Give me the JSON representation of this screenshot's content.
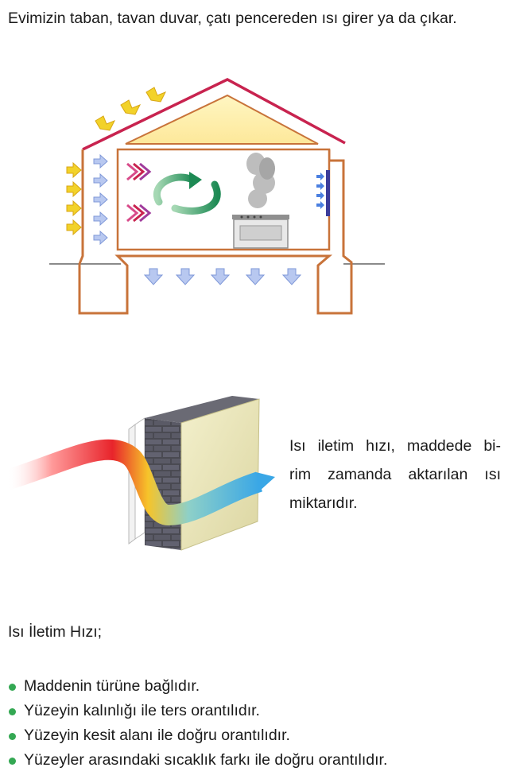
{
  "intro_text": "Evimizin taban, tavan duvar, çatı pencereden ısı girer ya da çıkar.",
  "definition_lines": [
    "Isı iletim hızı, maddede bi-",
    "rim zamanda aktarılan ısı",
    "miktarıdır."
  ],
  "section_title": "Isı İletim Hızı;",
  "bullets": [
    "Maddenin türüne bağlıdır.",
    "Yüzeyin kalınlığı ile ters orantılıdır.",
    "Yüzeyin kesit alanı ile doğru orantılıdır.",
    "Yüzeyler arasındaki sıcaklık farkı ile doğru orantılıdır."
  ],
  "colors": {
    "roof": "#c8234f",
    "house_wall": "#c8733a",
    "heat_arrow": "#f2d229",
    "cold_arrow": "#7f98d8",
    "bullet": "#34a853"
  }
}
